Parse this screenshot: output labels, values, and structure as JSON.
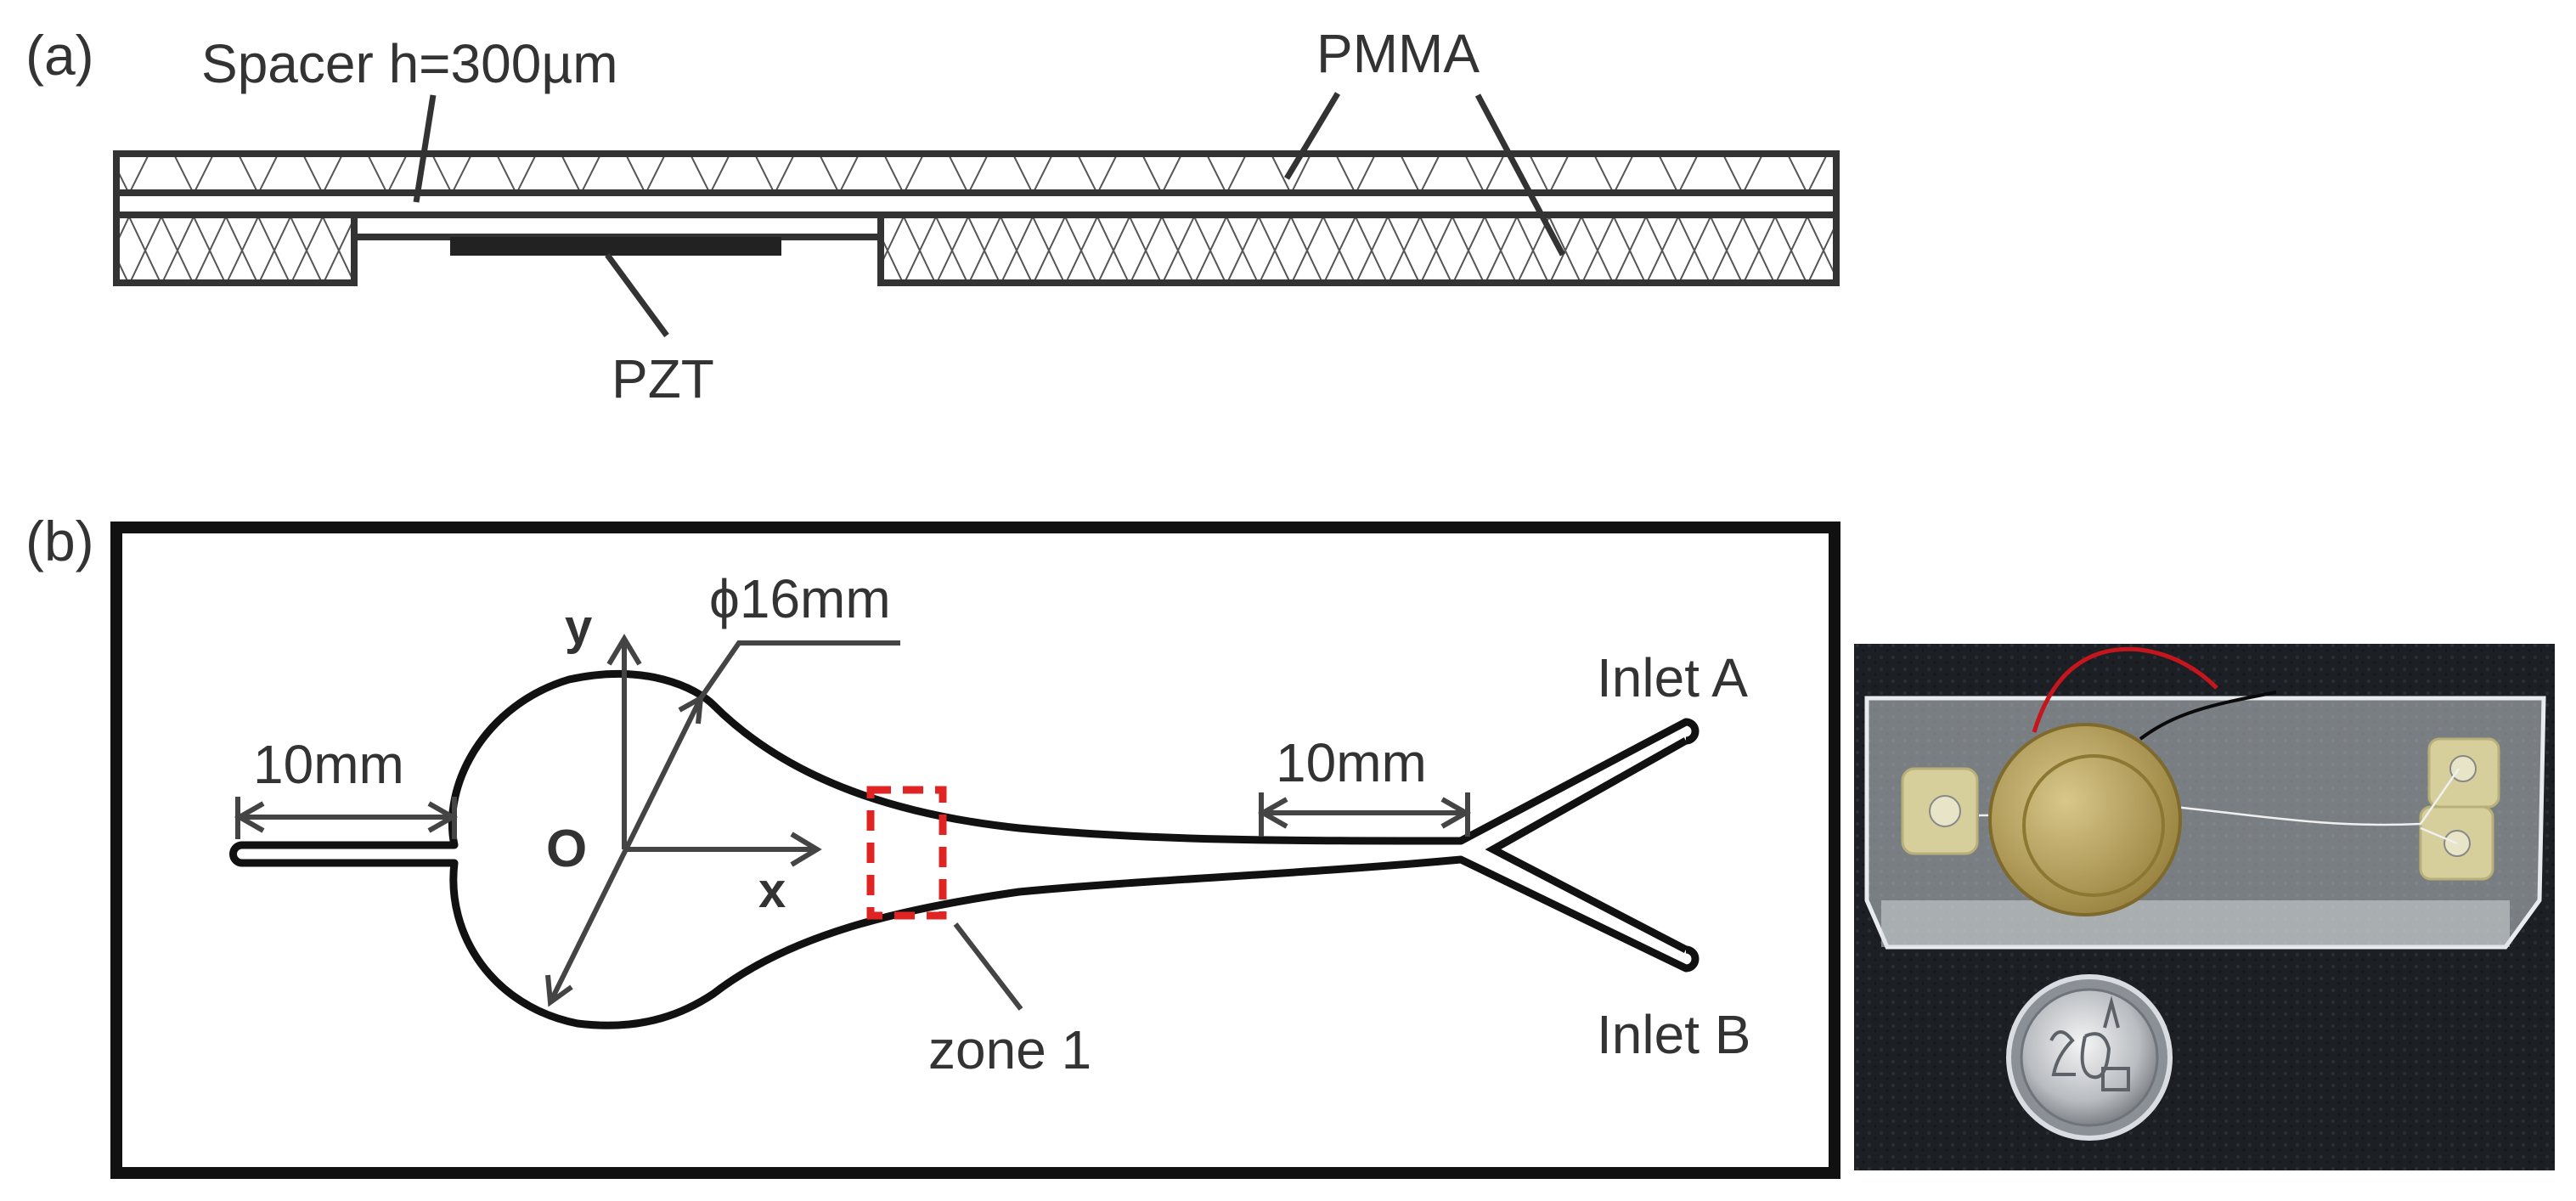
{
  "panel_a": {
    "letter": "(a)",
    "spacer_label": "Spacer h=300µm",
    "pmma_label": "PMMA",
    "pzt_label": "PZT"
  },
  "panel_b": {
    "letter": "(b)",
    "diameter_label": "ϕ16mm",
    "axis_y": "y",
    "axis_x": "x",
    "origin_label": "O",
    "left_length_label": "10mm",
    "right_length_label": "10mm",
    "zone_label": "zone 1",
    "inlet_a_label": "Inlet A",
    "inlet_b_label": "Inlet B"
  },
  "colors": {
    "line": "#1a1a1a",
    "text": "#333333",
    "zone_dash": "#e02424",
    "photo_background": "#1c1f24",
    "brass_disc": "#b6a055"
  }
}
